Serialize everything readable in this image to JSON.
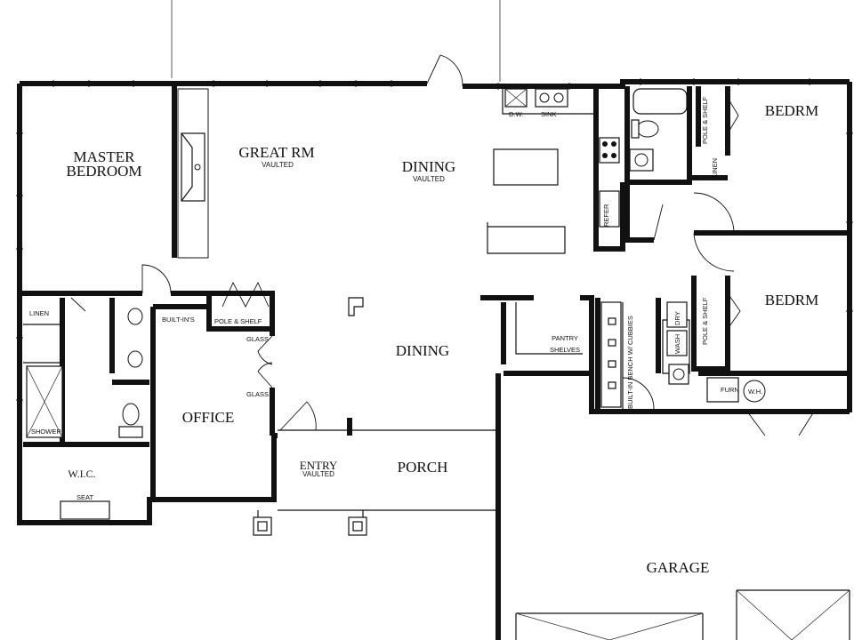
{
  "rooms": {
    "master": [
      "MASTER",
      "BEDROOM"
    ],
    "great_room": "GREAT RM",
    "great_room_note": "VAULTED",
    "dining_top": "DINING",
    "dining_top_note": "VAULTED",
    "dining_main": "DINING",
    "bedroom_1": "BEDRM",
    "bedroom_2": "BEDRM",
    "office": "OFFICE",
    "entry": "ENTRY",
    "entry_note": "VAULTED",
    "porch": "PORCH",
    "garage": "GARAGE",
    "wic": "W.I.C."
  },
  "labels": {
    "dw": "D.W.",
    "sink": "SINK",
    "refer": "REFER",
    "linen_master": "LINEN",
    "linen_bath": "LINEN",
    "shower": "SHOWER",
    "seat": "SEAT",
    "built_ins": "BUILT-IN'S",
    "pole_shelf_hall": "POLE & SHELF",
    "pole_shelf_bed1": "POLE & SHELF",
    "pole_shelf_bed2": "POLE & SHELF",
    "glass_1": "GLASS",
    "glass_2": "GLASS",
    "pantry": [
      "PANTRY",
      "SHELVES"
    ],
    "bench": "BUILT-IN BENCH W/ CUBBIES",
    "dry": "DRY",
    "wash": "WASH",
    "furn": "FURN",
    "wh": "W.H."
  }
}
